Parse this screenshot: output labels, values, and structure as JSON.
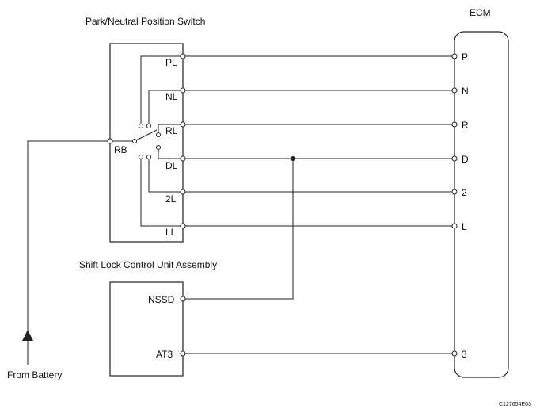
{
  "labels": {
    "switch_title": "Park/Neutral Position Switch",
    "ecm_title": "ECM",
    "shift_lock_title": "Shift Lock Control Unit Assembly",
    "battery": "From Battery",
    "code": "C127654E03"
  },
  "switch": {
    "common_pin": "RB",
    "pins": [
      "PL",
      "NL",
      "RL",
      "DL",
      "2L",
      "LL"
    ]
  },
  "ecm": {
    "pins": [
      "P",
      "N",
      "R",
      "D",
      "2",
      "L",
      "3"
    ]
  },
  "shift_lock": {
    "pins": [
      "NSSD",
      "AT3"
    ]
  }
}
